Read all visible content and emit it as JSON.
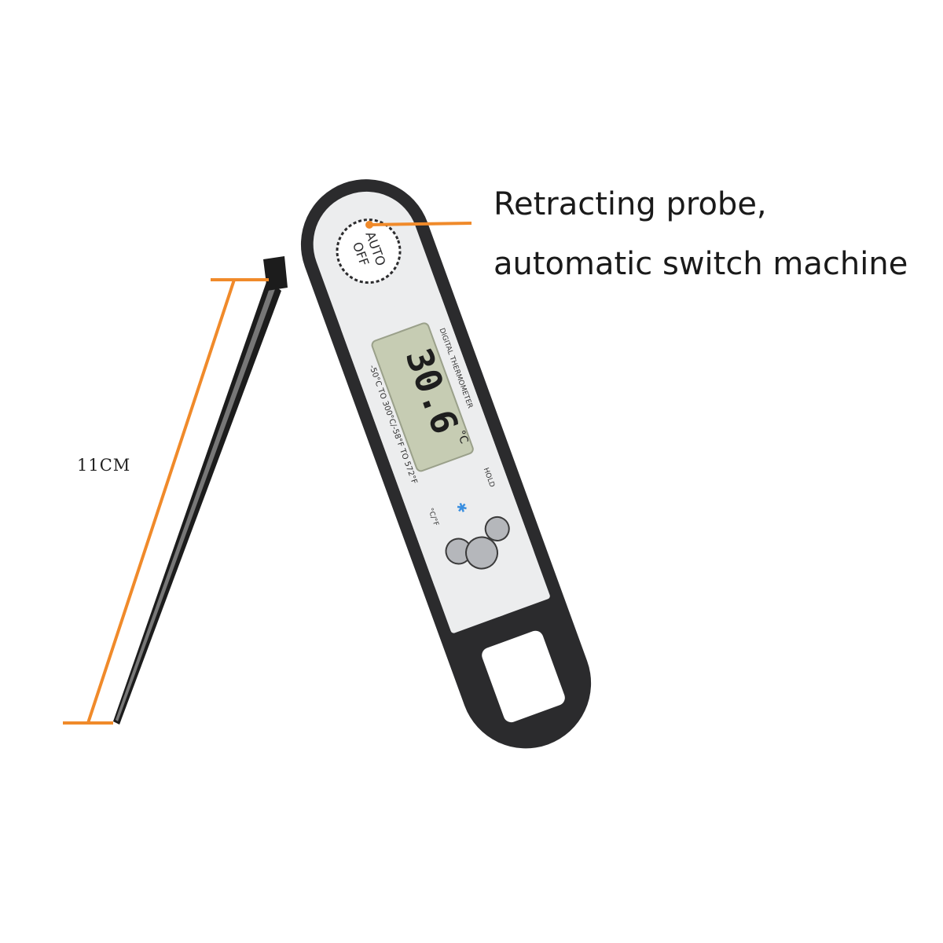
{
  "callout": {
    "line1": "Retracting probe,",
    "line2": "automatic switch machine"
  },
  "dimension": {
    "label": "11CM"
  },
  "device": {
    "badge_top": "AUTO",
    "badge_bottom": "OFF",
    "brand_text": "DIGITAL THERMOMETER",
    "range_text": "-50°C TO 300°C/-58°F TO 572°F",
    "reading": "30.6",
    "unit": "°C",
    "left_button_label": "°C/°F",
    "right_button_label": "HOLD"
  },
  "colors": {
    "accent": "#f08a2a",
    "body": "#2b2b2d",
    "panel": "#ecedee",
    "lcd": "#c6ccb3",
    "backlight_icon": "#3a8fe0"
  }
}
